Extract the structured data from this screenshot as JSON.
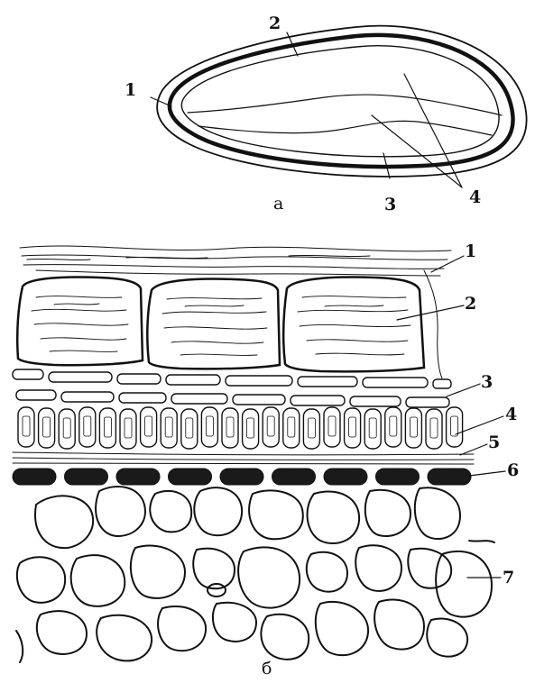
{
  "figure": {
    "part_a": {
      "caption": "а",
      "labels": [
        "1",
        "2",
        "3",
        "4"
      ]
    },
    "part_b": {
      "caption": "б",
      "labels": [
        "1",
        "2",
        "3",
        "4",
        "5",
        "6",
        "7"
      ]
    }
  },
  "colors": {
    "ink": "#111111",
    "background": "#ffffff"
  }
}
